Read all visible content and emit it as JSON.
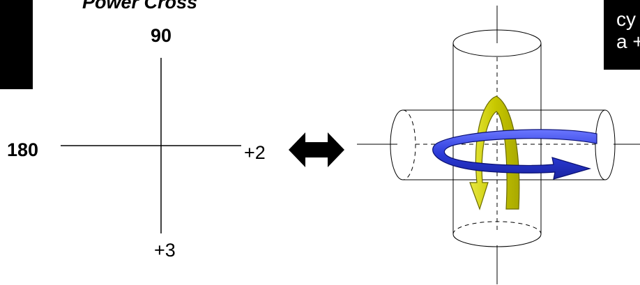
{
  "title": "Power Cross",
  "labels": {
    "top": "90",
    "left": "180",
    "right": "+2",
    "bottom": "+3"
  },
  "callout": {
    "line1": "cy",
    "line2": "a +"
  },
  "colors": {
    "background": "#ffffff",
    "callout_bg": "#000000",
    "callout_text": "#ffffff",
    "yellow_arrow": "#d4d400",
    "blue_arrow": "#2a3ad8",
    "lines": "#000000"
  },
  "icons": [
    "double-arrow-icon",
    "vertical-cylinder",
    "horizontal-cylinder",
    "yellow-rotation-arrow",
    "blue-rotation-arrow"
  ]
}
